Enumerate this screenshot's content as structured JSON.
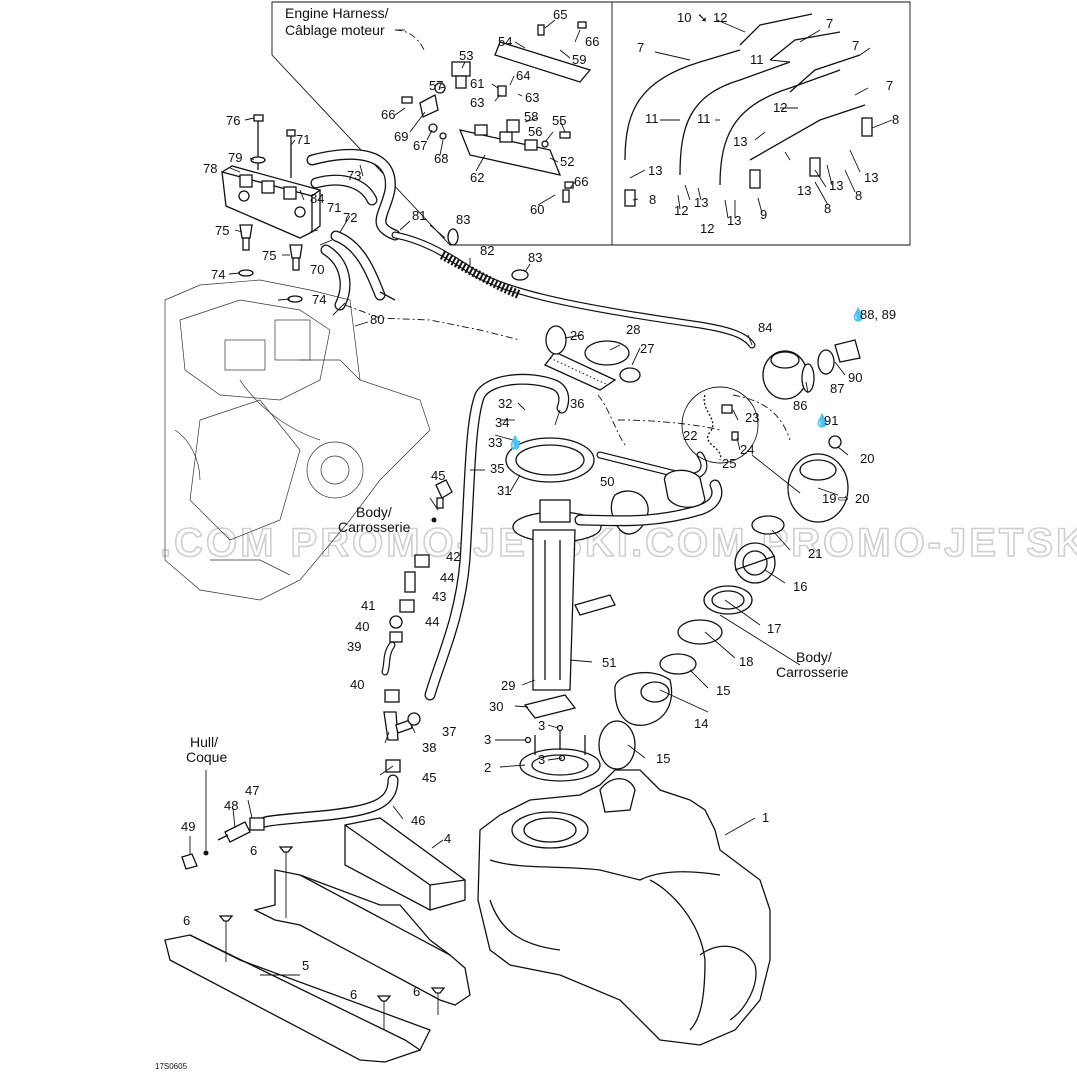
{
  "diagram": {
    "drawing_code": "17S0605",
    "watermark": ".COM PROMO-JETSKI.COM PROMO-JETSKI",
    "notes": [
      {
        "id": "engine_harness_en",
        "text": "Engine Harness/"
      },
      {
        "id": "engine_harness_fr",
        "text": "Câblage moteur"
      },
      {
        "id": "body1_en",
        "text": "Body/"
      },
      {
        "id": "body1_fr",
        "text": "Carrosserie"
      },
      {
        "id": "body2_en",
        "text": "Body/"
      },
      {
        "id": "body2_fr",
        "text": "Carrosserie"
      },
      {
        "id": "hull_en",
        "text": "Hull/"
      },
      {
        "id": "hull_fr",
        "text": "Coque"
      }
    ],
    "callouts": {
      "c1": "1",
      "c2": "2",
      "c3a": "3",
      "c3b": "3",
      "c3c": "3",
      "c4": "4",
      "c5": "5",
      "c6a": "6",
      "c6b": "6",
      "c6c": "6",
      "c6d": "6",
      "c7a": "7",
      "c7b": "7",
      "c7c": "7",
      "c7d": "7",
      "c8a": "8",
      "c8b": "8",
      "c8c": "8",
      "c8d": "8",
      "c9": "9",
      "c10": "10",
      "c11a": "11",
      "c11b": "11",
      "c11c": "11",
      "c12a": "12",
      "c12b": "12",
      "c12c": "12",
      "c12d": "12",
      "c13a": "13",
      "c13b": "13",
      "c13c": "13",
      "c13d": "13",
      "c13e": "13",
      "c13f": "13",
      "c13g": "13",
      "c14": "14",
      "c15a": "15",
      "c15b": "15",
      "c16": "16",
      "c17": "17",
      "c18": "18",
      "c19": "19",
      "c19to20": "20",
      "c20": "20",
      "c21": "21",
      "c22": "22",
      "c23": "23",
      "c24": "24",
      "c25": "25",
      "c26": "26",
      "c27": "27",
      "c28": "28",
      "c29": "29",
      "c30": "30",
      "c31": "31",
      "c32": "32",
      "c33": "33",
      "c34": "34",
      "c35": "35",
      "c36": "36",
      "c37": "37",
      "c38": "38",
      "c39": "39",
      "c40a": "40",
      "c40b": "40",
      "c41": "41",
      "c42": "42",
      "c43": "43",
      "c44a": "44",
      "c44b": "44",
      "c45a": "45",
      "c45b": "45",
      "c46": "46",
      "c47": "47",
      "c48": "48",
      "c49": "49",
      "c50": "50",
      "c51": "51",
      "c52": "52",
      "c53": "53",
      "c54": "54",
      "c55": "55",
      "c56": "56",
      "c57": "57",
      "c58": "58",
      "c59": "59",
      "c60": "60",
      "c61": "61",
      "c62": "62",
      "c63a": "63",
      "c63b": "63",
      "c64": "64",
      "c65": "65",
      "c66a": "66",
      "c66b": "66",
      "c66c": "66",
      "c67": "67",
      "c68": "68",
      "c69": "69",
      "c70": "70",
      "c71a": "71",
      "c71b": "71",
      "c72": "72",
      "c73": "73",
      "c74a": "74",
      "c74b": "74",
      "c75a": "75",
      "c75b": "75",
      "c76": "76",
      "c78": "78",
      "c79": "79",
      "c80": "80",
      "c81": "81",
      "c82": "82",
      "c83a": "83",
      "c83b": "83",
      "c84a": "84",
      "c84b": "84",
      "c86": "86",
      "c87": "87",
      "c88": "88, 89",
      "c90": "90",
      "c91": "91"
    }
  }
}
